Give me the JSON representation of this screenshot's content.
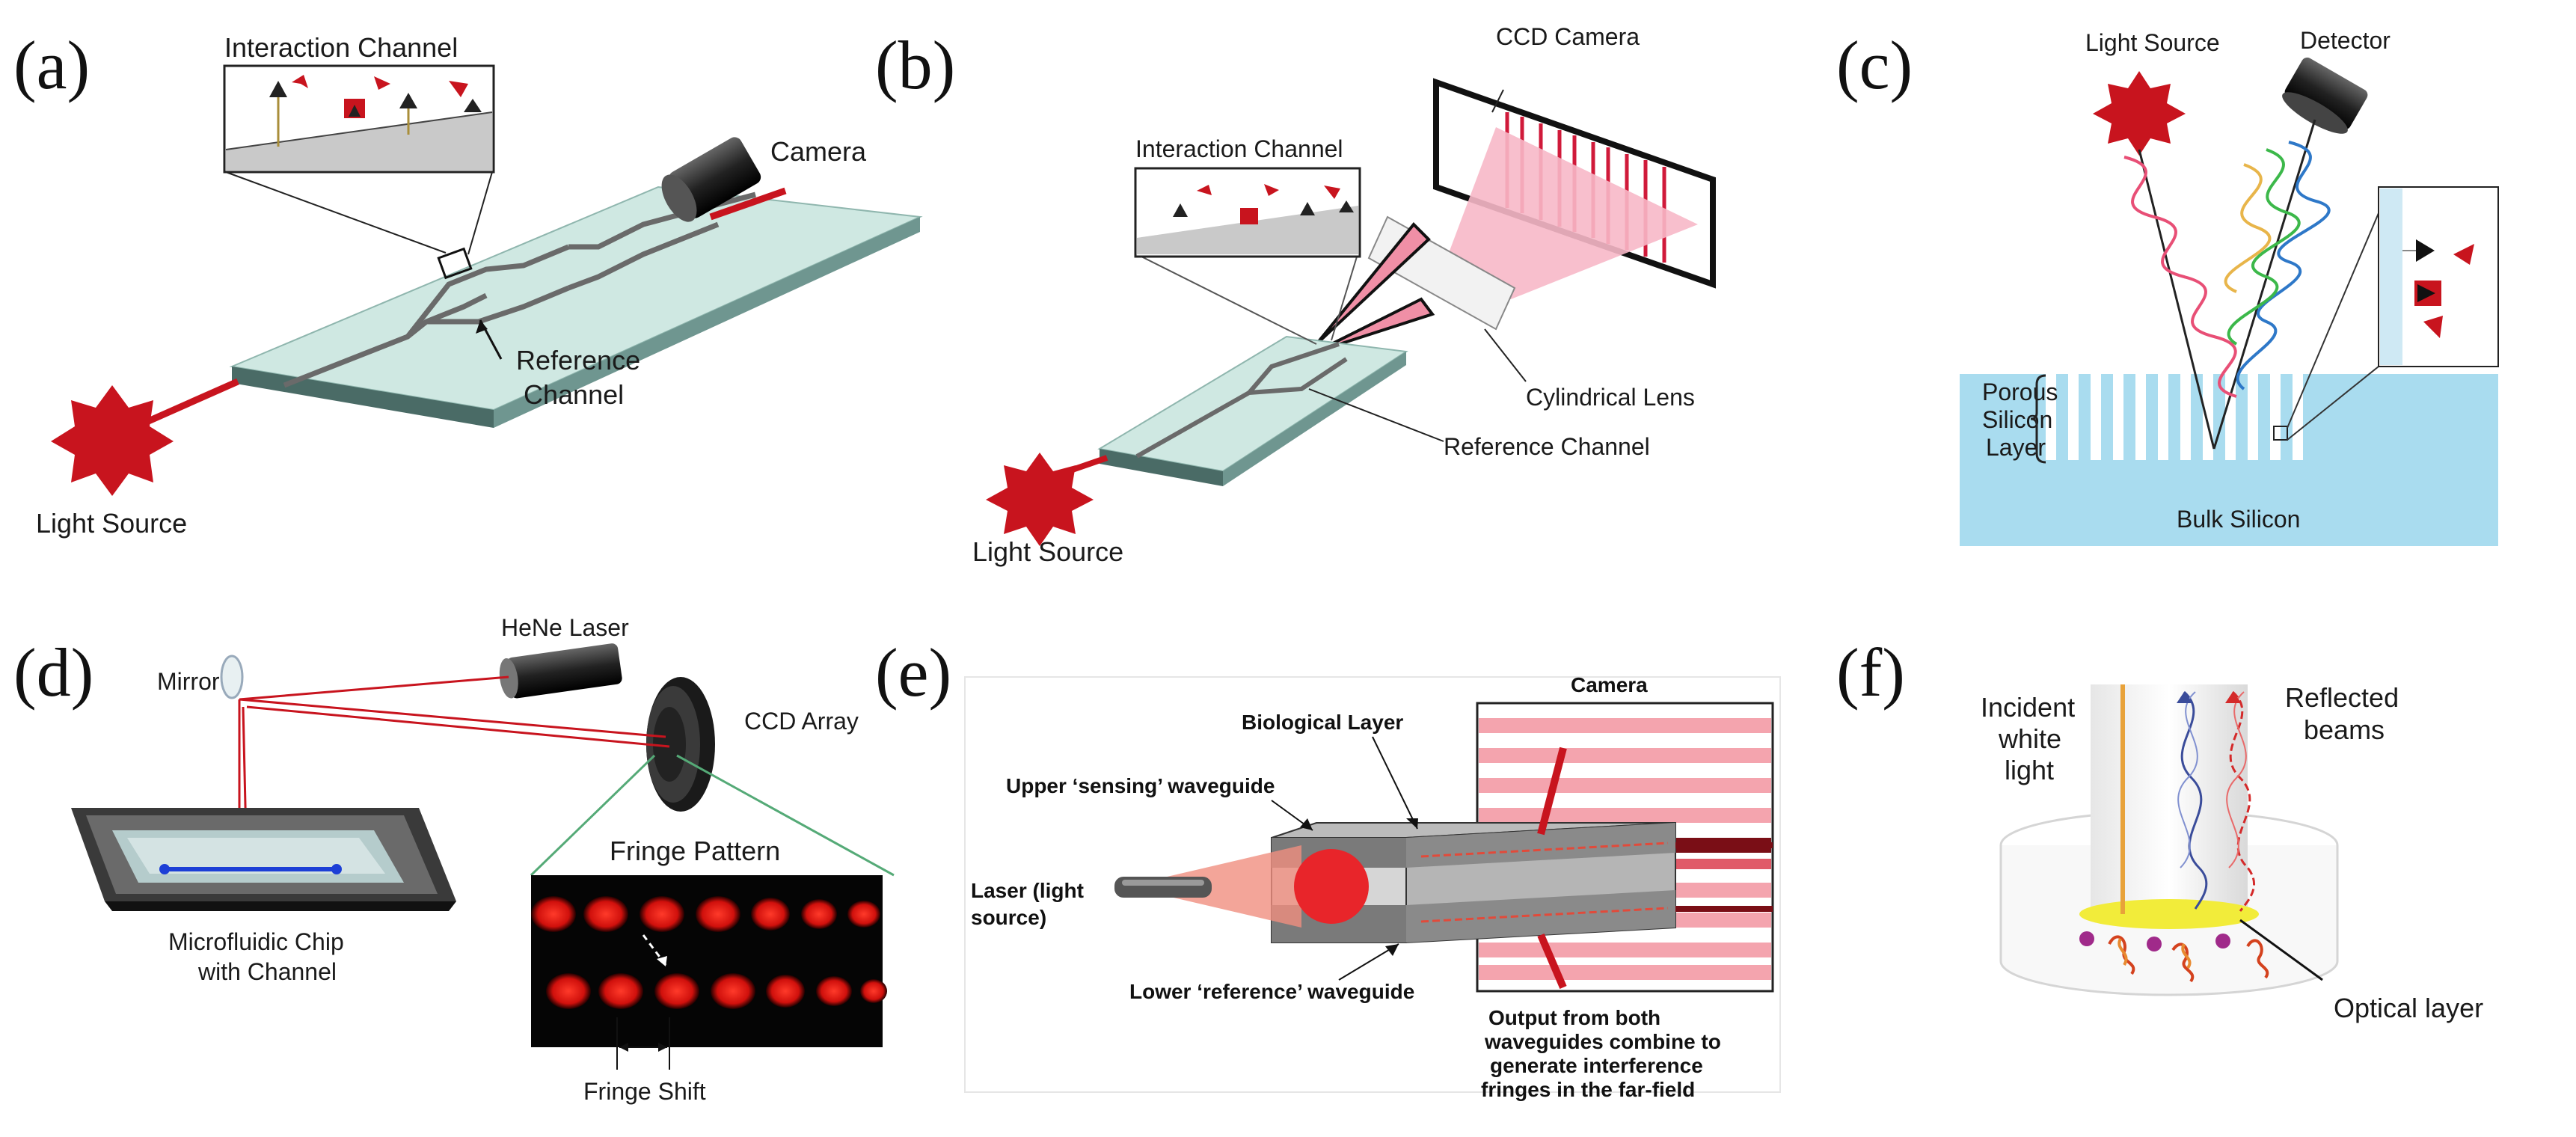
{
  "panels": {
    "a": {
      "tag": "(a)",
      "interaction_channel": "Interaction Channel",
      "camera": "Camera",
      "reference_channel_1": "Reference",
      "reference_channel_2": "Channel",
      "light_source": "Light Source"
    },
    "b": {
      "tag": "(b)",
      "ccd_camera": "CCD Camera",
      "interaction_channel": "Interaction Channel",
      "cylindrical_lens": "Cylindrical Lens",
      "reference_channel": "Reference Channel",
      "light_source": "Light Source"
    },
    "c": {
      "tag": "(c)",
      "light_source": "Light Source",
      "detector": "Detector",
      "porous_1": "Porous",
      "porous_2": "Silicon",
      "porous_3": "Layer",
      "bulk_silicon": "Bulk Silicon"
    },
    "d": {
      "tag": "(d)",
      "mirror": "Mirror",
      "hene_laser": "HeNe Laser",
      "ccd_array": "CCD Array",
      "fringe_pattern": "Fringe Pattern",
      "chip_1": "Microfluidic Chip",
      "chip_2": "with Channel",
      "fringe_shift": "Fringe Shift"
    },
    "e": {
      "tag": "(e)",
      "camera": "Camera",
      "biological_layer": "Biological Layer",
      "upper_waveguide": "Upper ‘sensing’ waveguide",
      "laser_1": "Laser (light",
      "laser_2": "source)",
      "lower_waveguide": "Lower ‘reference’ waveguide",
      "output_1": "Output from both",
      "output_2": "waveguides combine to",
      "output_3": "generate interference",
      "output_4": "fringes in the far-field"
    },
    "f": {
      "tag": "(f)",
      "incident_1": "Incident",
      "incident_2": "white",
      "incident_3": "light",
      "reflected_1": "Reflected",
      "reflected_2": "beams",
      "optical_layer": "Optical layer"
    }
  },
  "colors": {
    "laser_red": "#c8141e",
    "chip_mint": "#cfe8e2",
    "silicon_blue": "#a9dcef",
    "fringe_pink": "#f4a4ae"
  }
}
